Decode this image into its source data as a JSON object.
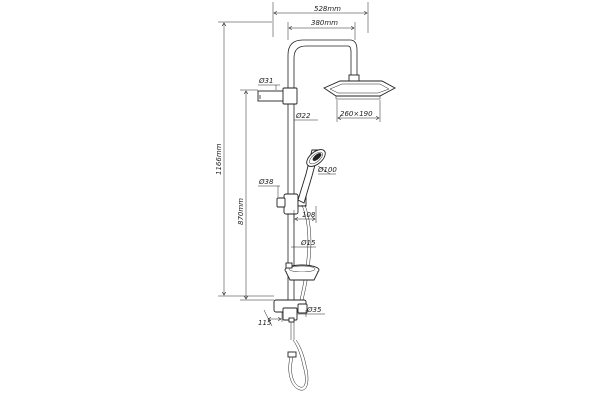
{
  "dimensions": {
    "top_width": "528mm",
    "arm_width": "380mm",
    "total_height": "1166mm",
    "rail_height": "870mm",
    "upper_bracket_diameter": "Ø31",
    "pipe_diameter": "Ø22",
    "hand_shower_diameter": "Ø100",
    "head_size": "260×190",
    "holder_diameter": "Ø38",
    "holder_offset": "108",
    "hose_diameter": "Ø15",
    "mixer_diameter": "Ø35",
    "mixer_offset": "115"
  }
}
